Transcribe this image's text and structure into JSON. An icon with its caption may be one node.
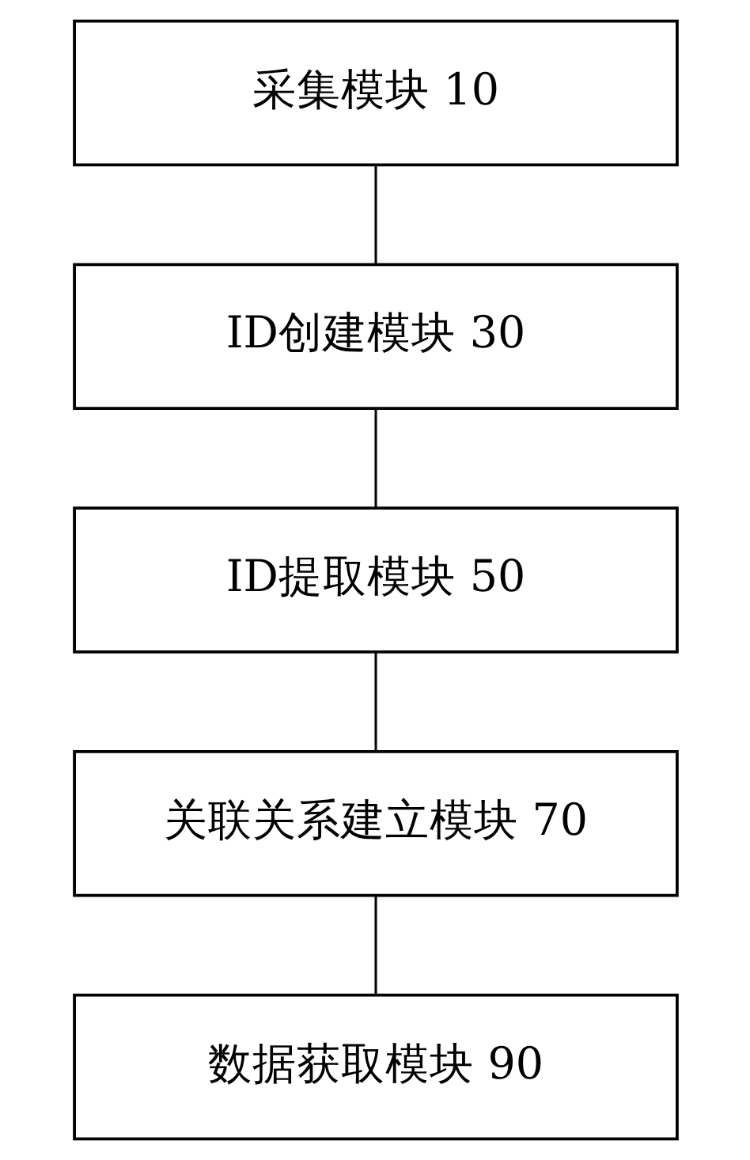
{
  "diagram": {
    "nodes": [
      {
        "text": [
          "采集模块 10"
        ]
      },
      {
        "text": [
          "ID创建模块 30"
        ]
      },
      {
        "text": [
          "ID提取模块 50"
        ]
      },
      {
        "text": [
          "关联关系建立模块 70"
        ]
      },
      {
        "text": [
          "数据获取模块 90"
        ]
      }
    ],
    "edges": [
      {
        "from": 0,
        "to": 1,
        "arrow": "none"
      },
      {
        "from": 1,
        "to": 2,
        "arrow": "none"
      },
      {
        "from": 2,
        "to": 3,
        "arrow": "none"
      },
      {
        "from": 3,
        "to": 4,
        "arrow": "none"
      }
    ]
  }
}
